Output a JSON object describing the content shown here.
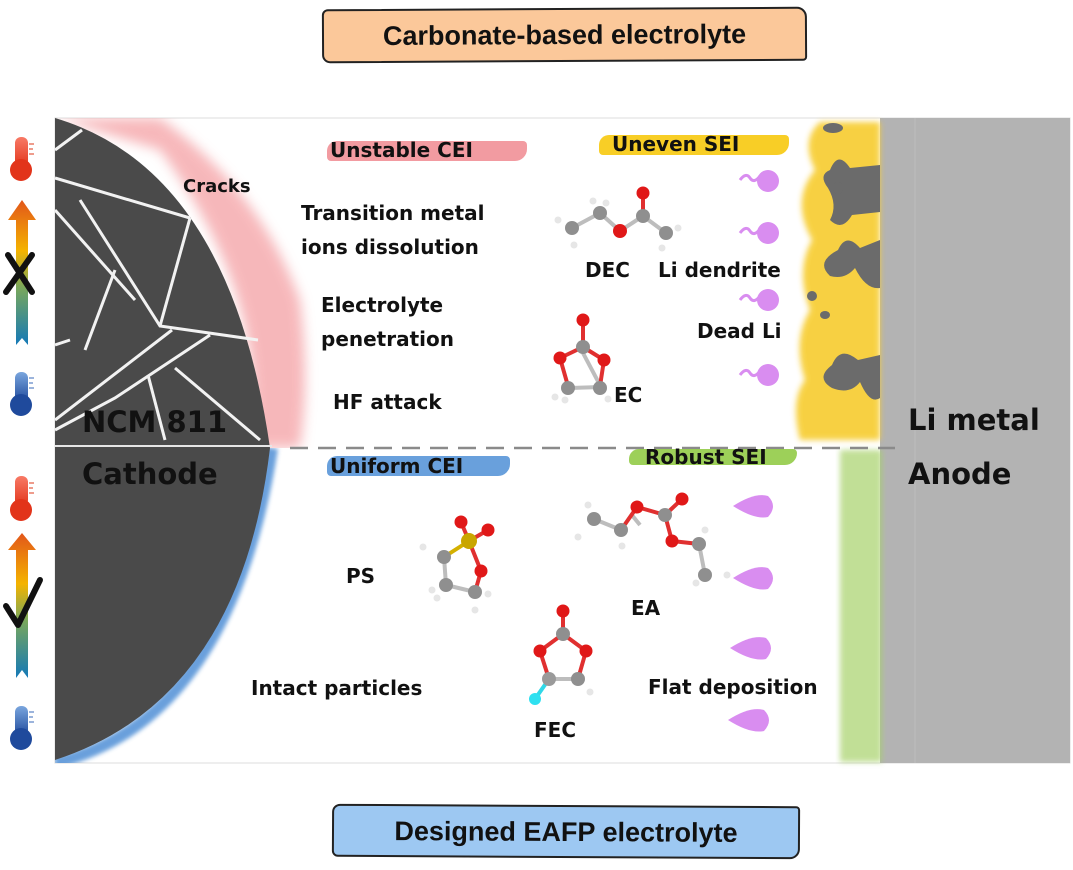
{
  "banners": {
    "top": "Carbonate-based electrolyte",
    "bottom": "Designed EAFP electrolyte"
  },
  "colors": {
    "top_banner": "#fbc89a",
    "bottom_banner": "#9dc8f2",
    "cathode": "#4a4a4a",
    "unstable_cei": "#f08a90",
    "uniform_cei": "#4f8fd6",
    "uneven_sei": "#f7c600",
    "robust_sei": "#8cc83c",
    "anode": "#b3b3b3",
    "li_ion": "#d98df0"
  },
  "cathode": {
    "line1": "NCM 811",
    "line2": "Cathode",
    "cracks_label": "Cracks"
  },
  "anode": {
    "line1": "Li metal",
    "line2": "Anode"
  },
  "top_section": {
    "cei_title": "Unstable CEI",
    "sei_title": "Uneven SEI",
    "issues": [
      "Transition metal",
      "ions dissolution",
      "Electrolyte",
      "penetration",
      "HF attack"
    ],
    "molecules": [
      "DEC",
      "EC"
    ],
    "li_labels": [
      "Li dendrite",
      "Dead Li"
    ],
    "temperature_verdict": "✗"
  },
  "bottom_section": {
    "cei_title": "Uniform CEI",
    "sei_title": "Robust SEI",
    "features": [
      "Intact particles"
    ],
    "molecules": [
      "PS",
      "EA",
      "FEC"
    ],
    "li_labels": [
      "Flat deposition"
    ],
    "temperature_verdict": "✓"
  },
  "icons": {
    "hot": "thermometer-hot-icon",
    "cold": "thermometer-cold-icon",
    "range": "temperature-range-arrow-icon"
  }
}
